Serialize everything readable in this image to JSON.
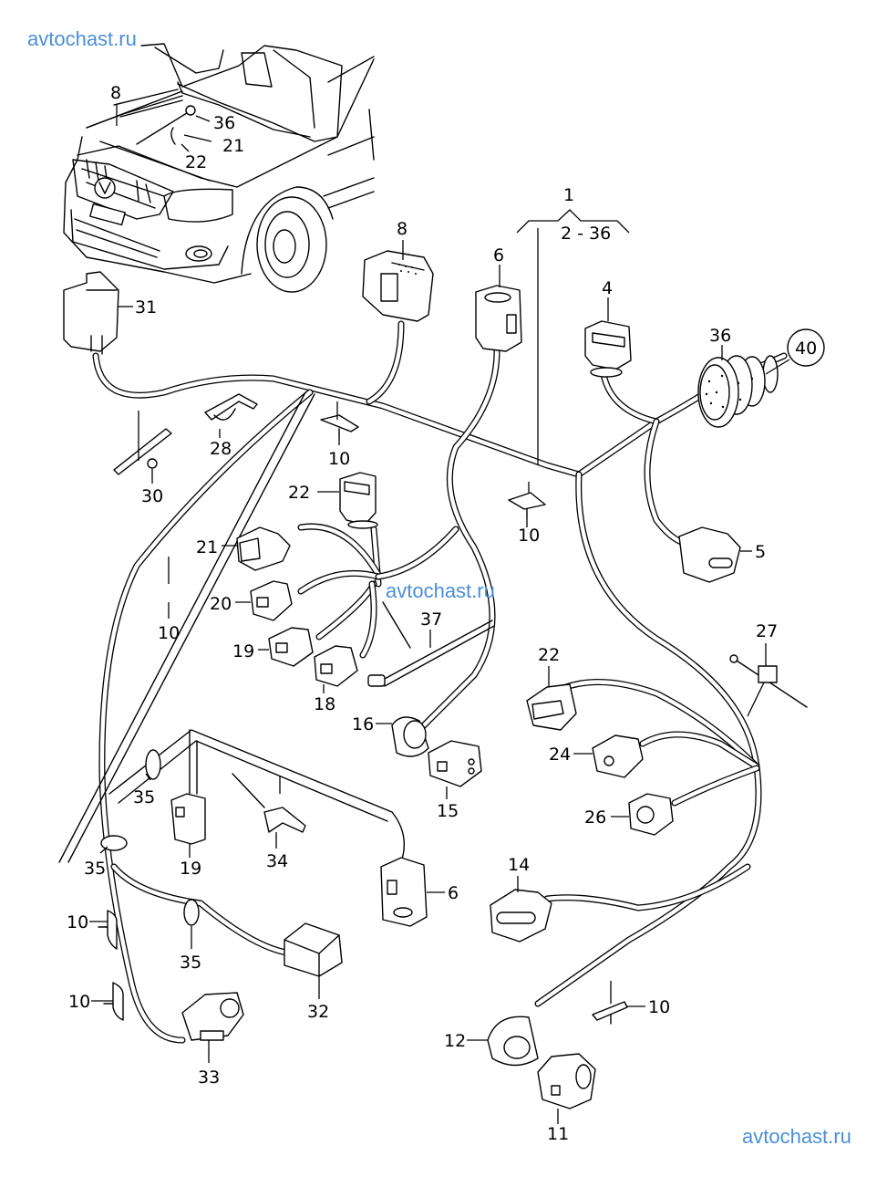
{
  "watermarks": [
    {
      "text": "avtochast.ru"
    },
    {
      "text": "avtochast.ru"
    },
    {
      "text": "avtochast.ru"
    }
  ],
  "watermark_color": "#4a8fd8",
  "assembly": {
    "number": "1",
    "range": "2 - 36"
  },
  "callouts": {
    "car_8": "8",
    "car_36": "36",
    "car_21": "21",
    "car_22": "22",
    "p31": "31",
    "p8": "8",
    "p6": "6",
    "p4": "4",
    "p36": "36",
    "p40": "40",
    "p28": "28",
    "p30": "30",
    "p10a": "10",
    "p10b": "10",
    "p22a": "22",
    "p21": "21",
    "p20": "20",
    "p19a": "19",
    "p18": "18",
    "p37": "37",
    "p5": "5",
    "p10c": "10",
    "p27": "27",
    "p22b": "22",
    "p24": "24",
    "p26": "26",
    "p16": "16",
    "p15": "15",
    "p35a": "35",
    "p19b": "19",
    "p34": "34",
    "p35b": "35",
    "p6b": "6",
    "p10d": "10",
    "p35c": "35",
    "p32": "32",
    "p10e": "10",
    "p33": "33",
    "p14": "14",
    "p10f": "10",
    "p12": "12",
    "p11": "11"
  }
}
